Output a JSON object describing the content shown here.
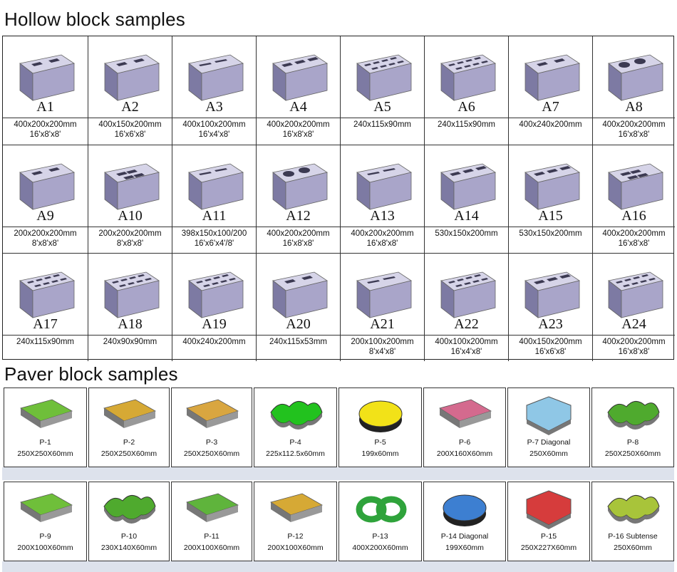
{
  "hollow": {
    "title": "Hollow block samples",
    "rows": [
      [
        {
          "code": "A1",
          "dim1": "400x200x200mm",
          "dim2": "16'x8'x8'"
        },
        {
          "code": "A2",
          "dim1": "400x150x200mm",
          "dim2": "16'x6'x8'"
        },
        {
          "code": "A3",
          "dim1": "400x100x200mm",
          "dim2": "16'x4'x8'"
        },
        {
          "code": "A4",
          "dim1": "400x200x200mm",
          "dim2": "16'x8'x8'"
        },
        {
          "code": "A5",
          "dim1": "240x115x90mm",
          "dim2": ""
        },
        {
          "code": "A6",
          "dim1": "240x115x90mm",
          "dim2": ""
        },
        {
          "code": "A7",
          "dim1": "400x240x200mm",
          "dim2": ""
        },
        {
          "code": "A8",
          "dim1": "400x200x200mm",
          "dim2": "16'x8'x8'"
        }
      ],
      [
        {
          "code": "A9",
          "dim1": "200x200x200mm",
          "dim2": "8'x8'x8'"
        },
        {
          "code": "A10",
          "dim1": "200x200x200mm",
          "dim2": "8'x8'x8'"
        },
        {
          "code": "A11",
          "dim1": "398x150x100/200",
          "dim2": "16'x6'x4'/8'"
        },
        {
          "code": "A12",
          "dim1": "400x200x200mm",
          "dim2": "16'x8'x8'"
        },
        {
          "code": "A13",
          "dim1": "400x200x200mm",
          "dim2": "16'x8'x8'"
        },
        {
          "code": "A14",
          "dim1": "530x150x200mm",
          "dim2": ""
        },
        {
          "code": "A15",
          "dim1": "530x150x200mm",
          "dim2": ""
        },
        {
          "code": "A16",
          "dim1": "400x200x200mm",
          "dim2": "16'x8'x8'"
        }
      ],
      [
        {
          "code": "A17",
          "dim1": "240x115x90mm",
          "dim2": ""
        },
        {
          "code": "A18",
          "dim1": "240x90x90mm",
          "dim2": ""
        },
        {
          "code": "A19",
          "dim1": "400x240x200mm",
          "dim2": ""
        },
        {
          "code": "A20",
          "dim1": "240x115x53mm",
          "dim2": ""
        },
        {
          "code": "A21",
          "dim1": "200x100x200mm",
          "dim2": "8'x4'x8'"
        },
        {
          "code": "A22",
          "dim1": "400x100x200mm",
          "dim2": "16'x4'x8'"
        },
        {
          "code": "A23",
          "dim1": "400x150x200mm",
          "dim2": "16'x6'x8'"
        },
        {
          "code": "A24",
          "dim1": "400x200x200mm",
          "dim2": "16'x8'x8'"
        }
      ]
    ]
  },
  "paver": {
    "title": "Paver block samples",
    "rows": [
      [
        {
          "code": "P-1",
          "dim": "250X250X60mm",
          "color": "#6fbf3a"
        },
        {
          "code": "P-2",
          "dim": "250X250X60mm",
          "color": "#d6a935"
        },
        {
          "code": "P-3",
          "dim": "250X250X60mm",
          "color": "#d9a640"
        },
        {
          "code": "P-4",
          "dim": "225x112.5x60mm",
          "color": "#22c21e"
        },
        {
          "code": "P-5",
          "dim": "199x60mm",
          "color": "#f2e218"
        },
        {
          "code": "P-6",
          "dim": "200X160X60mm",
          "color": "#d46a8e"
        },
        {
          "code": "P-7 Diagonal",
          "dim": "250X60mm",
          "color": "#8fc7e6"
        },
        {
          "code": "P-8",
          "dim": "250X250X60mm",
          "color": "#4faa2e"
        }
      ],
      [
        {
          "code": "P-9",
          "dim": "200X100X60mm",
          "color": "#6fbf3a"
        },
        {
          "code": "P-10",
          "dim": "230X140X60mm",
          "color": "#4faa2e"
        },
        {
          "code": "P-11",
          "dim": "200X100X60mm",
          "color": "#5fb43c"
        },
        {
          "code": "P-12",
          "dim": "200X100X60mm",
          "color": "#d6a935"
        },
        {
          "code": "P-13",
          "dim": "400X200X60mm",
          "color": "#2fa33b"
        },
        {
          "code": "P-14 Diagonal",
          "dim": "199X60mm",
          "color": "#3d7fd1"
        },
        {
          "code": "P-15",
          "dim": "250X227X60mm",
          "color": "#d63c3c"
        },
        {
          "code": "P-16 Subtense",
          "dim": "250X60mm",
          "color": "#a8c43a"
        }
      ]
    ]
  },
  "colors": {
    "block_face": "#a9a5c9",
    "block_top": "#d6d4e8",
    "block_dark": "#7d7aa3",
    "strip": "#dde2ec"
  }
}
